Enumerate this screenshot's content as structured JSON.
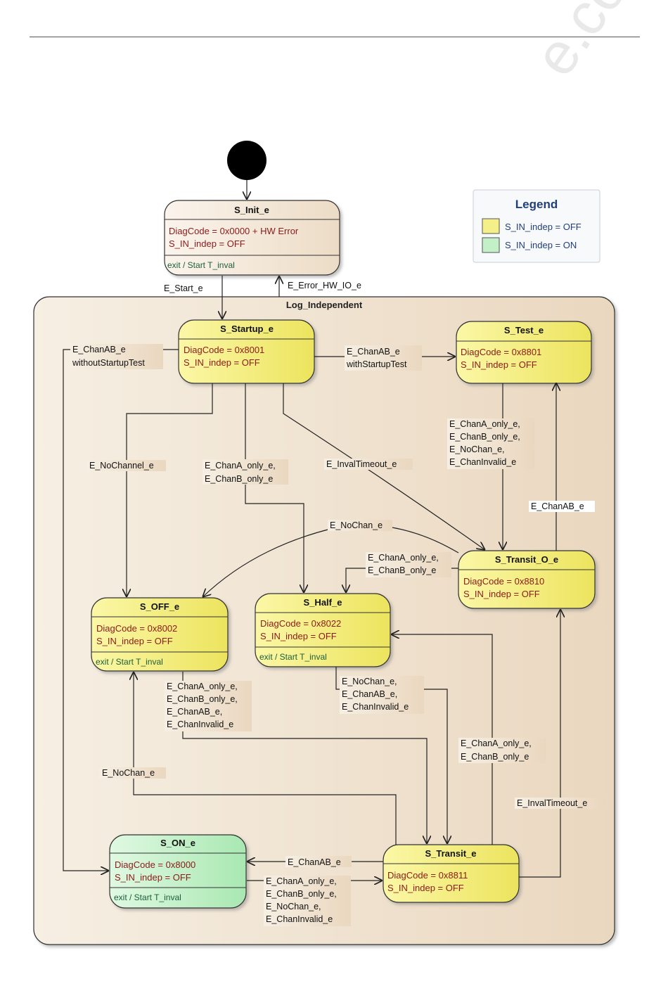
{
  "watermark": "e.com",
  "legend": {
    "title": "Legend",
    "items": [
      {
        "label": "S_IN_indep = OFF",
        "color": "#f5ef8a"
      },
      {
        "label": "S_IN_indep = ON",
        "color": "#c4f0c8"
      }
    ]
  },
  "composite": {
    "name": "Log_Independent"
  },
  "states": {
    "init": {
      "name": "S_Init_e",
      "lines": [
        "DiagCode = 0x0000 + HW Error",
        "S_IN_indep  = OFF"
      ],
      "action": "exit / Start T_inval"
    },
    "startup": {
      "name": "S_Startup_e",
      "lines": [
        "DiagCode = 0x8001",
        "S_IN_indep  = OFF"
      ]
    },
    "test": {
      "name": "S_Test_e",
      "lines": [
        "DiagCode = 0x8801",
        "S_IN_indep  = OFF"
      ]
    },
    "transit_o": {
      "name": "S_Transit_O_e",
      "lines": [
        "DiagCode = 0x8810",
        "S_IN_indep  = OFF"
      ]
    },
    "off": {
      "name": "S_OFF_e",
      "lines": [
        "DiagCode = 0x8002",
        "S_IN_indep  = OFF"
      ],
      "action": "exit / Start T_inval"
    },
    "half": {
      "name": "S_Half_e",
      "lines": [
        "DiagCode = 0x8022",
        "S_IN_indep  = OFF"
      ],
      "action": "exit / Start T_inval"
    },
    "on": {
      "name": "S_ON_e",
      "lines": [
        "DiagCode = 0x8000",
        "S_IN_indep  = OFF"
      ],
      "action": "exit / Start T_inval"
    },
    "transit": {
      "name": "S_Transit_e",
      "lines": [
        "DiagCode = 0x8811",
        "S_IN_indep  = OFF"
      ]
    }
  },
  "transitions": {
    "start": [
      "E_Start_e"
    ],
    "error_hw": [
      "E_Error_HW_IO_e"
    ],
    "chanab_without": [
      "E_ChanAB_e",
      "withoutStartupTest"
    ],
    "chanab_with": [
      "E_ChanAB_e",
      "withStartupTest"
    ],
    "nochannel": [
      "E_NoChannel_e"
    ],
    "startup_half": [
      "E_ChanA_only_e,",
      "E_ChanB_only_e"
    ],
    "invaltimeout1": [
      "E_InvalTimeout_e"
    ],
    "test_transit_o": [
      "E_ChanA_only_e,",
      "E_ChanB_only_e,",
      "E_NoChan_e,",
      "E_ChanInvalid_e"
    ],
    "transit_o_test": [
      "E_ChanAB_e"
    ],
    "transit_o_off": [
      "E_NoChan_e"
    ],
    "transit_o_half": [
      "E_ChanA_only_e,",
      "E_ChanB_only_e"
    ],
    "off_transit": [
      "E_ChanA_only_e,",
      "E_ChanB_only_e,",
      "E_ChanAB_e,",
      "E_ChanInvalid_e"
    ],
    "half_transit": [
      "E_NoChan_e,",
      "E_ChanAB_e,",
      "E_ChanInvalid_e"
    ],
    "transit_half": [
      "E_ChanA_only_e,",
      "E_ChanB_only_e"
    ],
    "transit_off": [
      "E_NoChan_e"
    ],
    "invaltimeout2": [
      "E_InvalTimeout_e"
    ],
    "transit_on": [
      "E_ChanAB_e"
    ],
    "on_transit": [
      "E_ChanA_only_e,",
      "E_ChanB_only_e,",
      "E_NoChan_e,",
      "E_ChanInvalid_e"
    ]
  }
}
